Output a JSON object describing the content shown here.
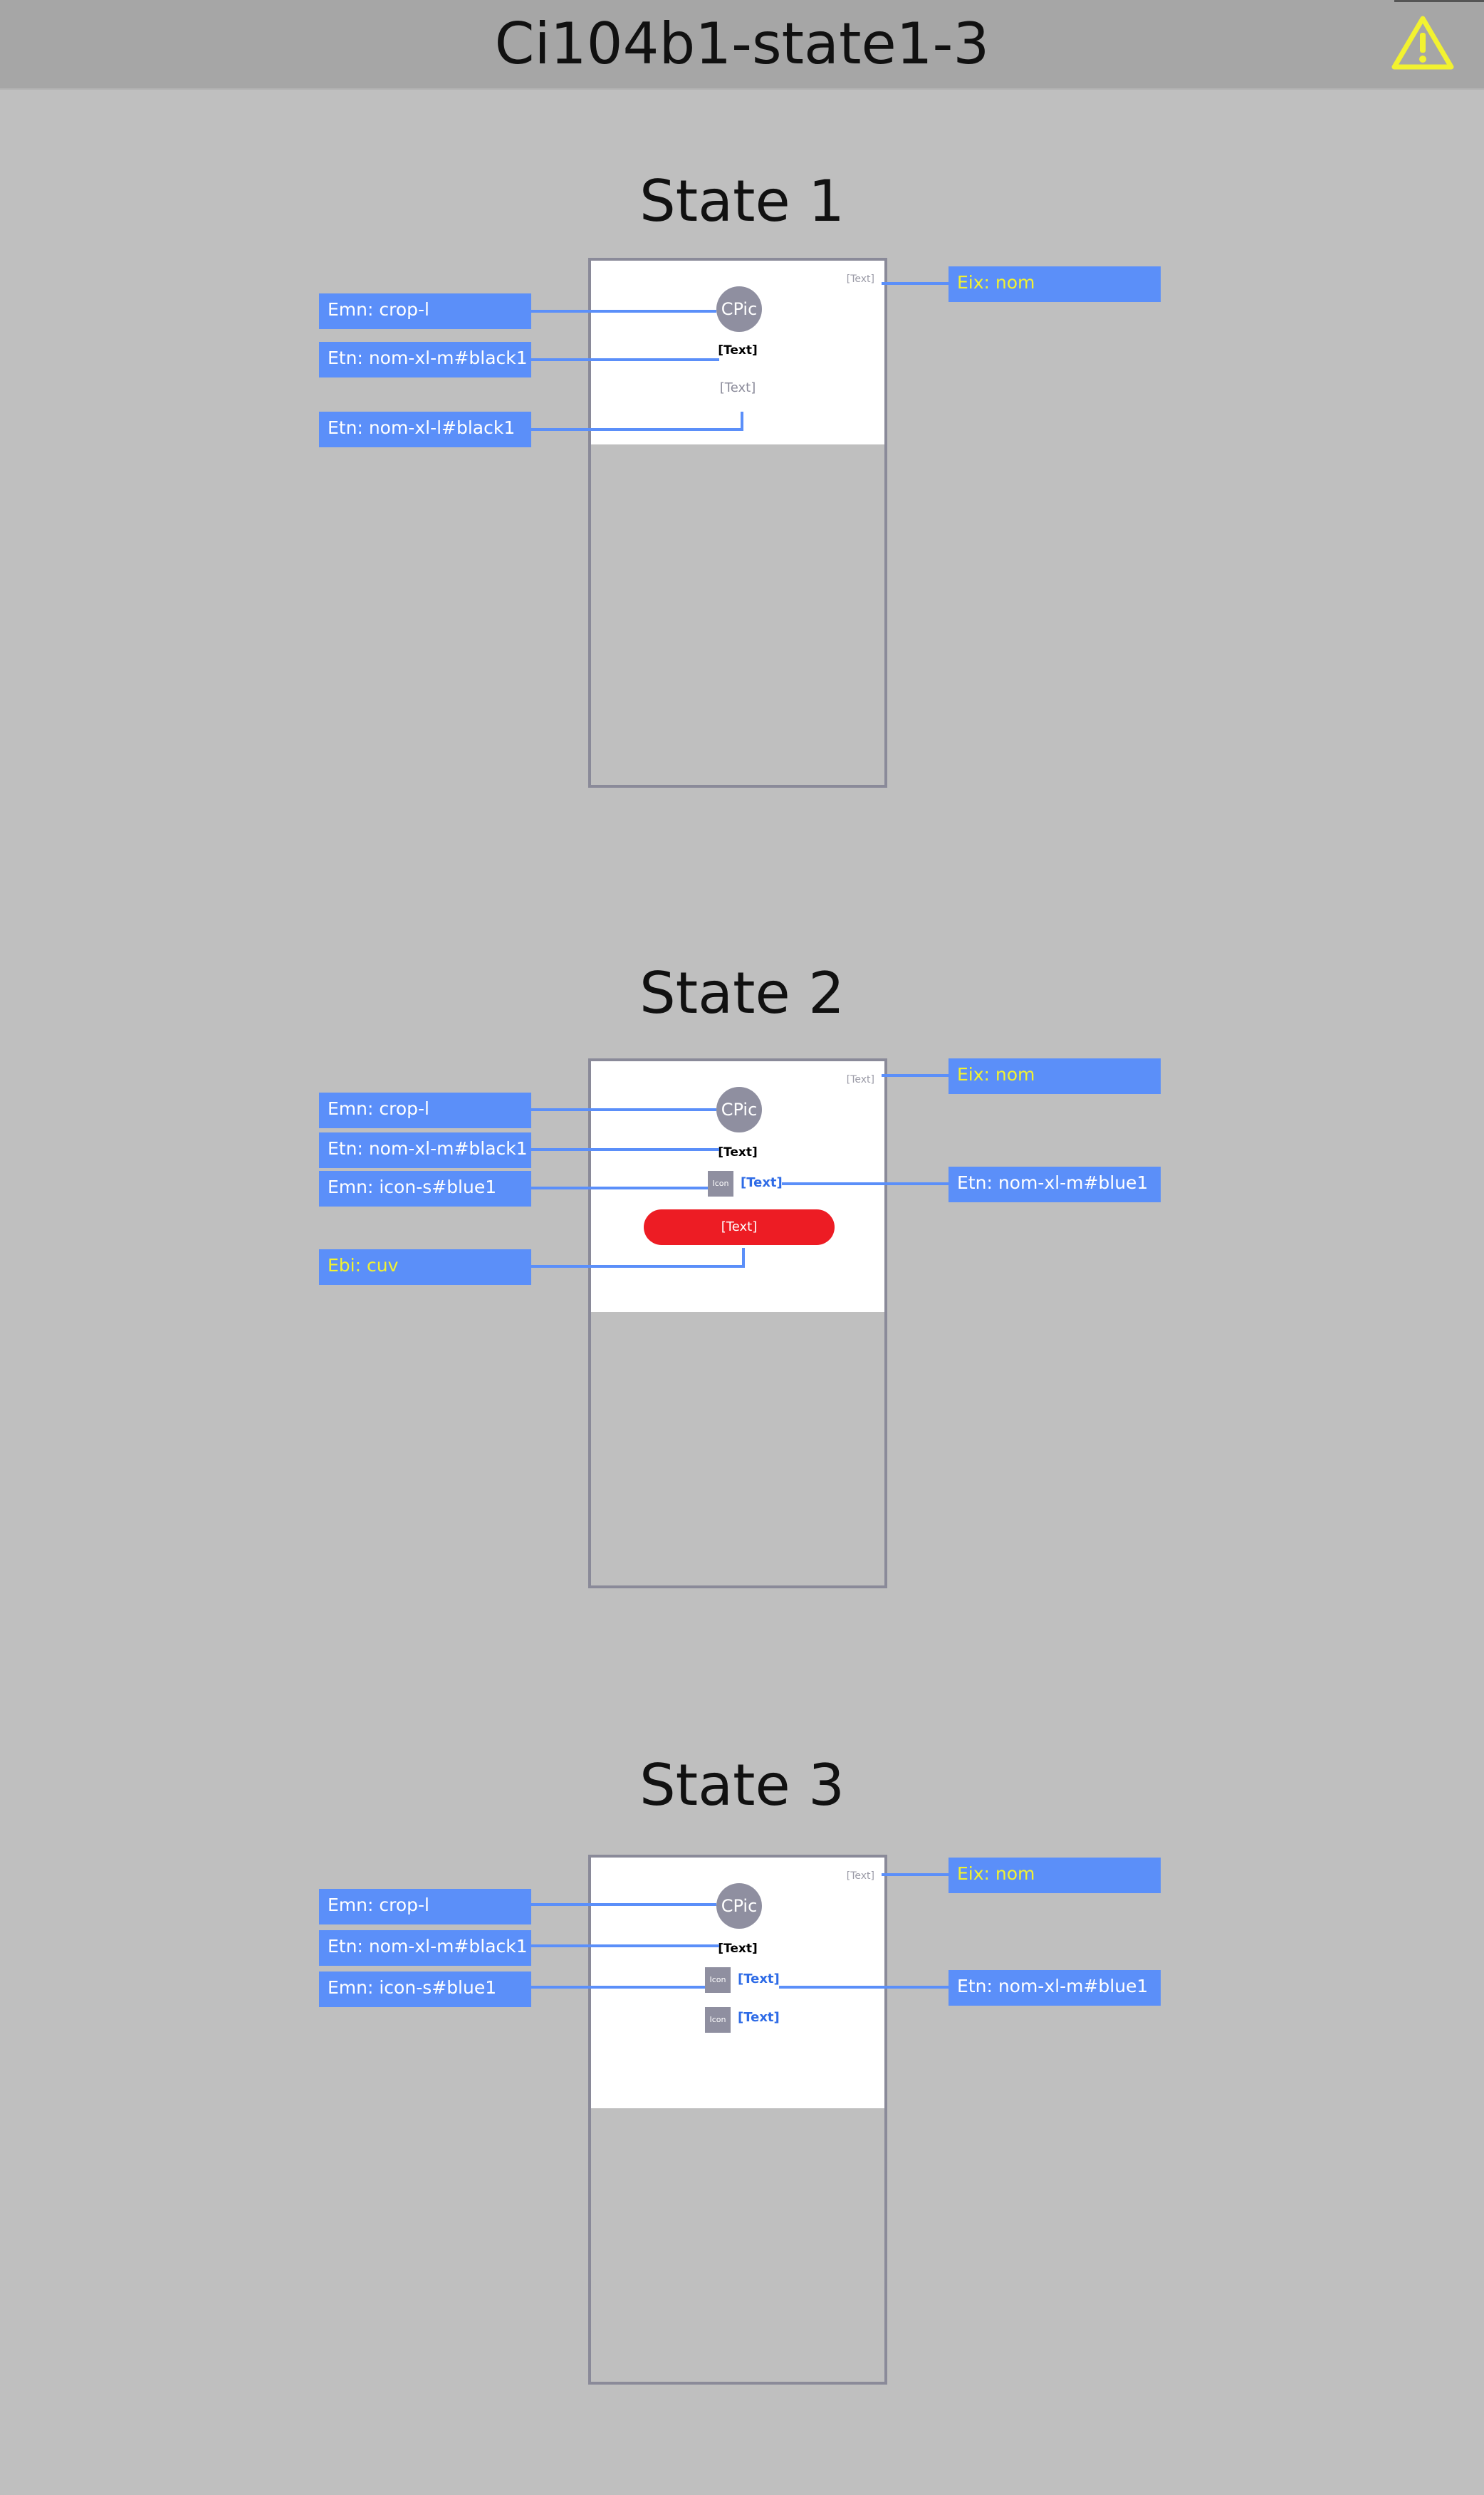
{
  "header": {
    "title": "Ci104b1-state1-3",
    "warning_icon": "warning-triangle-icon"
  },
  "colors": {
    "annotation_fill": "#5b8ff9",
    "connector": "#5b8ff9",
    "button_red": "#ed1c24",
    "text_blue": "#2e6be6",
    "warning_yellow": "#f2f230"
  },
  "states": [
    {
      "title": "State 1",
      "screen": {
        "ix_text": "[Text]",
        "cpic": "CPic",
        "bold_text": "[Text]",
        "gray_text": "[Text]"
      },
      "labels": {
        "crop": "Emn: crop-l",
        "bold_text": "Etn: nom-xl-m#black1",
        "gray_text": "Etn: nom-xl-l#black1",
        "ix": "Eix: nom"
      }
    },
    {
      "title": "State 2",
      "screen": {
        "ix_text": "[Text]",
        "cpic": "CPic",
        "bold_text": "[Text]",
        "icon": "Icon",
        "blue_text": "[Text]",
        "button": "[Text]"
      },
      "labels": {
        "crop": "Emn: crop-l",
        "bold_text": "Etn: nom-xl-m#black1",
        "icon": "Emn: icon-s#blue1",
        "button": "Ebi: cuv",
        "ix": "Eix: nom",
        "blue_text": "Etn: nom-xl-m#blue1"
      }
    },
    {
      "title": "State 3",
      "screen": {
        "ix_text": "[Text]",
        "cpic": "CPic",
        "bold_text": "[Text]",
        "icon_1": "Icon",
        "blue_text_1": "[Text]",
        "icon_2": "Icon",
        "blue_text_2": "[Text]"
      },
      "labels": {
        "crop": "Emn: crop-l",
        "bold_text": "Etn: nom-xl-m#black1",
        "icon": "Emn: icon-s#blue1",
        "ix": "Eix: nom",
        "blue_text": "Etn: nom-xl-m#blue1"
      }
    }
  ]
}
